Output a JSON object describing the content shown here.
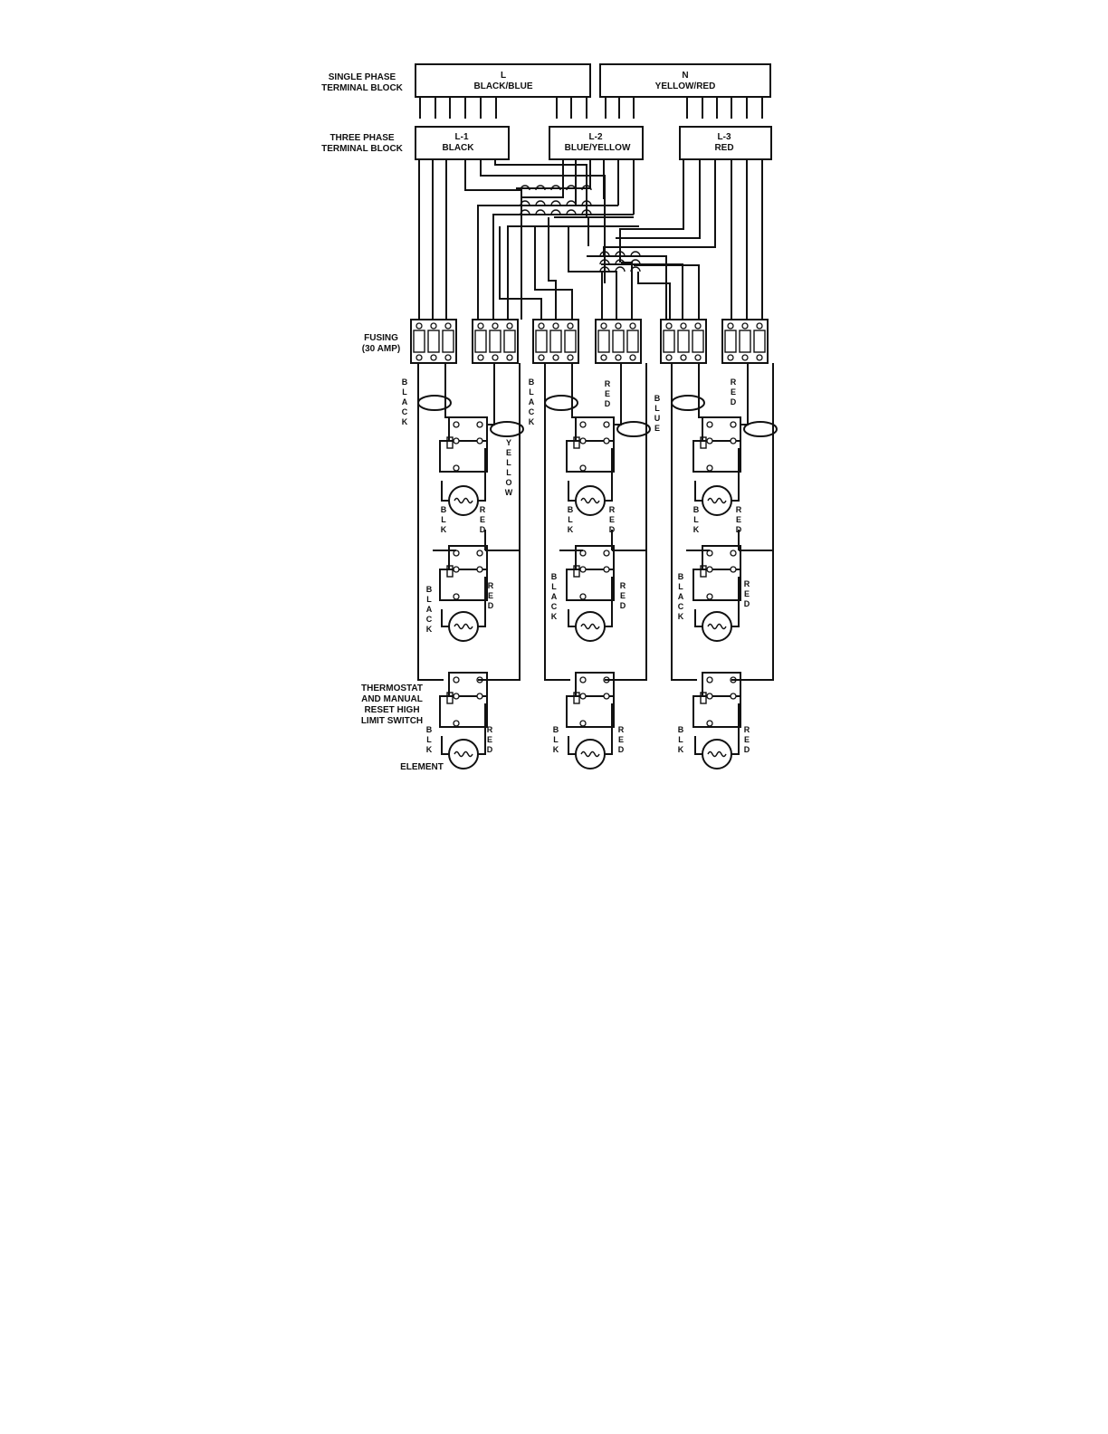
{
  "labels": {
    "single_phase": [
      "SINGLE PHASE",
      "TERMINAL BLOCK"
    ],
    "three_phase": [
      "THREE PHASE",
      "TERMINAL BLOCK"
    ],
    "fusing": [
      "FUSING",
      "(30 AMP)"
    ],
    "thermostat": [
      "THERMOSTAT",
      "AND MANUAL",
      "RESET HIGH",
      "LIMIT SWITCH"
    ],
    "element": "ELEMENT"
  },
  "single_phase_blocks": [
    {
      "line1": "L",
      "line2": "BLACK/BLUE"
    },
    {
      "line1": "N",
      "line2": "YELLOW/RED"
    }
  ],
  "three_phase_blocks": [
    {
      "line1": "L-1",
      "line2": "BLACK"
    },
    {
      "line1": "L-2",
      "line2": "BLUE/YELLOW"
    },
    {
      "line1": "L-3",
      "line2": "RED"
    }
  ],
  "wire_labels": {
    "black": "BLACK",
    "yellow": "YELLOW",
    "red": "RED",
    "blue": "BLUE",
    "blk": "BLK"
  },
  "colors": {
    "line": "#111111",
    "background": "#ffffff"
  }
}
